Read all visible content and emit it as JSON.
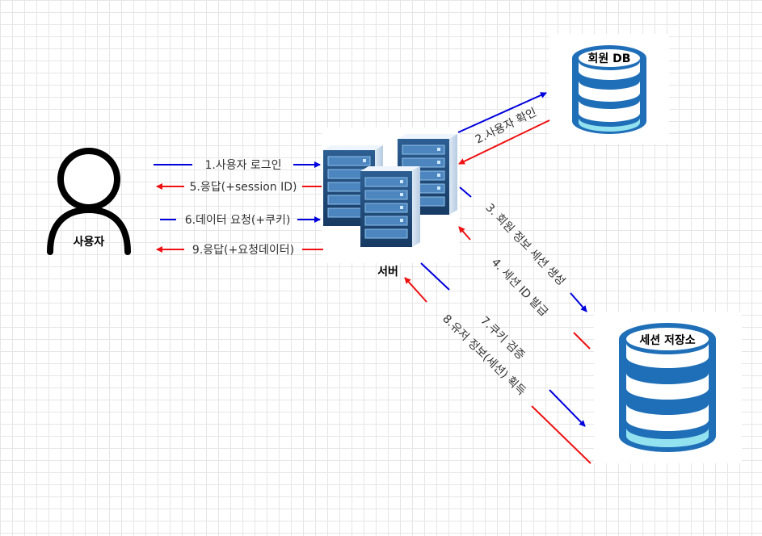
{
  "nodes": {
    "user": "사용자",
    "server": "서버",
    "member_db": "회원 DB",
    "session_store": "세션 저장소"
  },
  "steps": {
    "s1": "1.사용자 로그인",
    "s2": "2.사용자 확인",
    "s3": "3. 회원 정보 세션 생성",
    "s4": "4. 세션 ID 발급",
    "s5": "5.응답(+session ID)",
    "s6": "6.데이터 요청(+쿠키)",
    "s7": "7.쿠키 검증",
    "s8": "8.유저 정보(세션) 획득",
    "s9": "9.응답(+요청데이터)"
  },
  "colors": {
    "request": "#0000dd",
    "response": "#ee1111",
    "db_blue": "#1f6fb8",
    "db_light": "#93e2f0"
  }
}
